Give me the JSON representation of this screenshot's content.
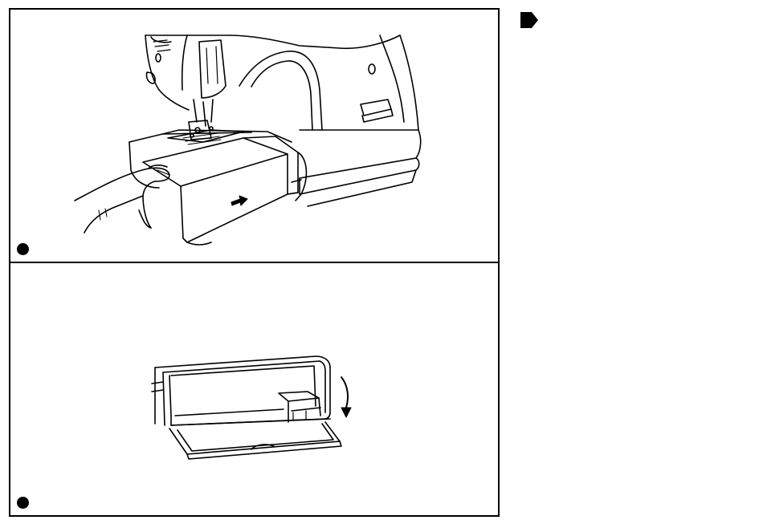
{
  "page": {
    "panels": [
      {
        "figure": "sewing-machine-extension-table-removal",
        "marker": "bullet"
      },
      {
        "figure": "accessory-box-lid-opening",
        "marker": "bullet"
      }
    ],
    "section_marker": "black-tab-marker"
  }
}
